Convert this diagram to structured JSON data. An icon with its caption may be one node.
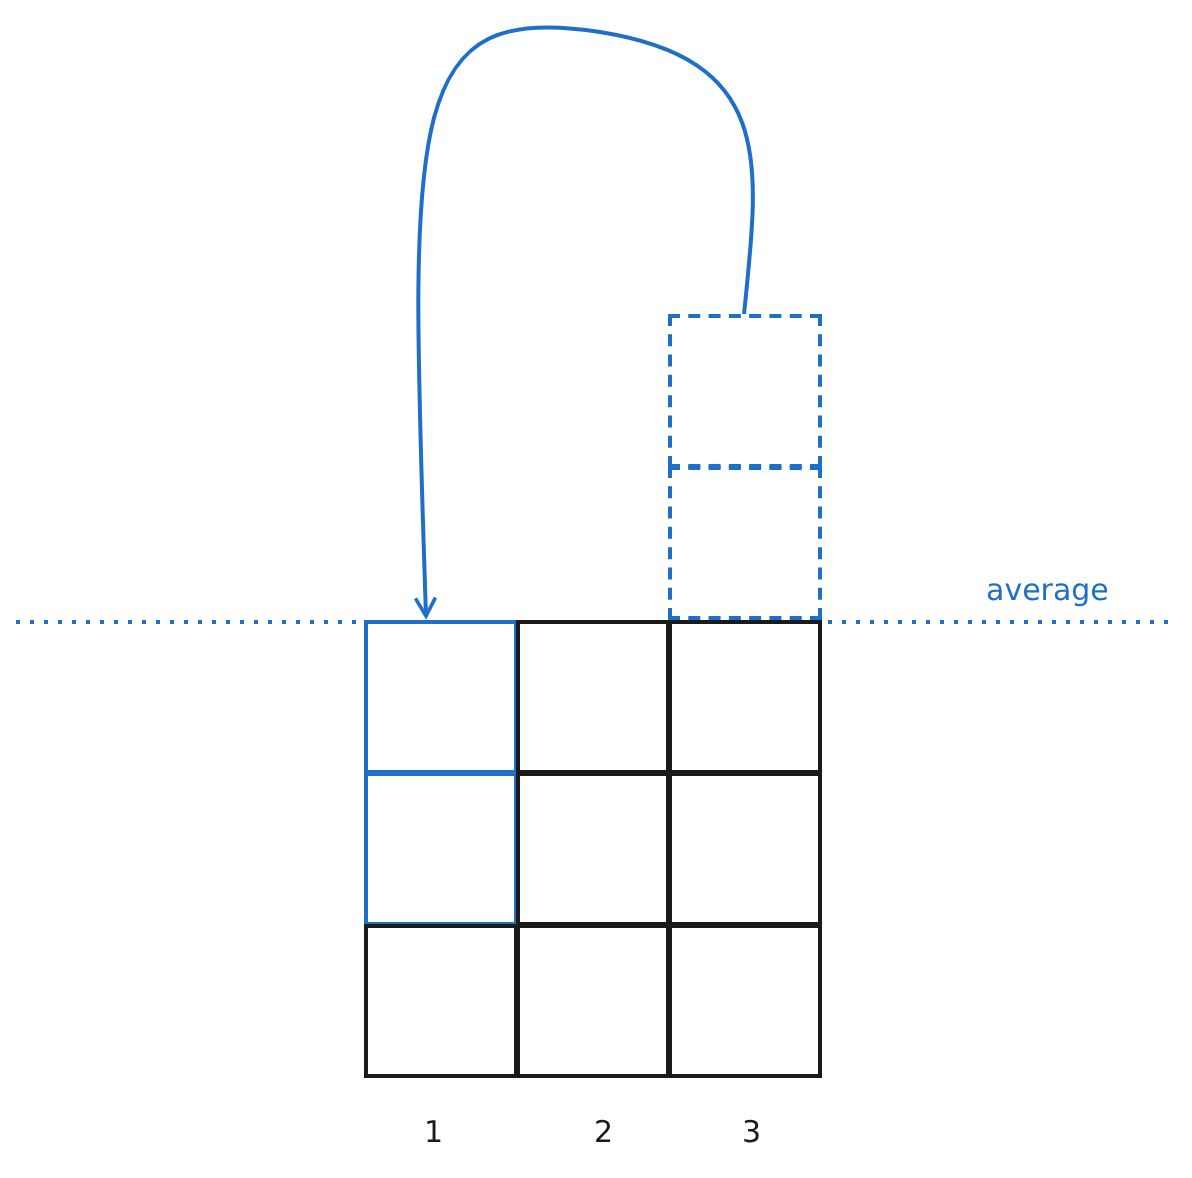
{
  "diagram": {
    "nodes": [
      {
        "text": [],
        "shape": "box"
      },
      {
        "text": [],
        "shape": "box"
      },
      {
        "text": [],
        "shape": "box"
      },
      {
        "text": [],
        "shape": "box"
      },
      {
        "text": [],
        "shape": "box"
      },
      {
        "text": [],
        "shape": "box"
      },
      {
        "text": [],
        "shape": "box"
      },
      {
        "text": [],
        "shape": "box"
      },
      {
        "text": [],
        "shape": "box"
      },
      {
        "text": [],
        "shape": "box"
      },
      {
        "text": [],
        "shape": "box"
      }
    ],
    "edges": [
      {
        "from": 0,
        "to": 2,
        "arrow": "to",
        "color": "#1e6fc9"
      }
    ],
    "labels": [
      "average",
      "1",
      "2",
      "3"
    ]
  }
}
